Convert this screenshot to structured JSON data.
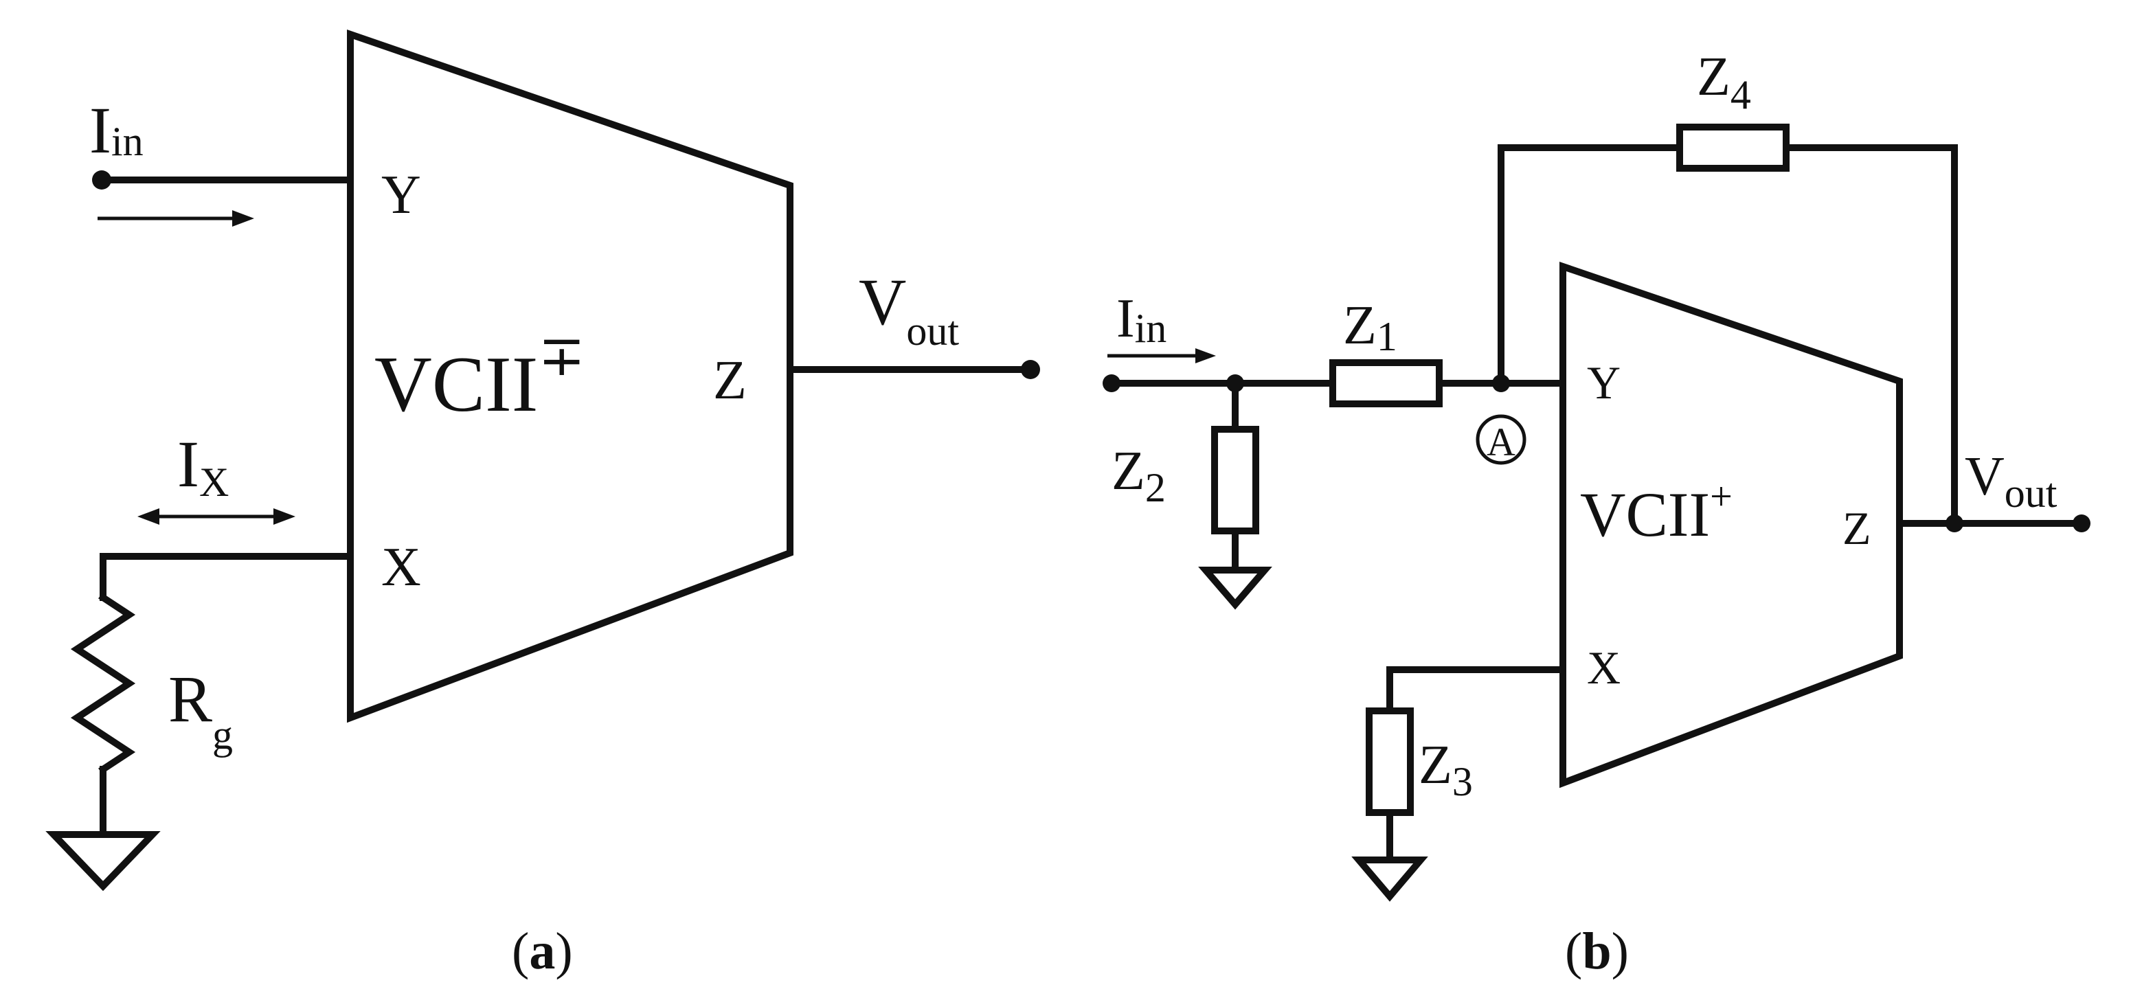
{
  "panel_a": {
    "block": {
      "name": "VCII",
      "sup": "∓",
      "pin_y": "Y",
      "pin_x": "X",
      "pin_z": "Z"
    },
    "input": {
      "base": "I",
      "sub": "in"
    },
    "ix": {
      "base": "I",
      "sub": "X"
    },
    "rg": {
      "base": "R",
      "sub": "g"
    },
    "vout": {
      "base": "V",
      "sub": "out"
    },
    "caption": {
      "open": "(",
      "letter": "a",
      "close": ")"
    }
  },
  "panel_b": {
    "block": {
      "name": "VCII",
      "sup": "+",
      "pin_y": "Y",
      "pin_x": "X",
      "pin_z": "Z"
    },
    "input": {
      "base": "I",
      "sub": "in"
    },
    "z1": {
      "base": "Z",
      "sub": "1"
    },
    "z2": {
      "base": "Z",
      "sub": "2"
    },
    "z3": {
      "base": "Z",
      "sub": "3"
    },
    "z4": {
      "base": "Z",
      "sub": "4"
    },
    "node_a": "A",
    "vout": {
      "base": "V",
      "sub": "out"
    },
    "caption": {
      "open": "(",
      "letter": "b",
      "close": ")"
    }
  }
}
